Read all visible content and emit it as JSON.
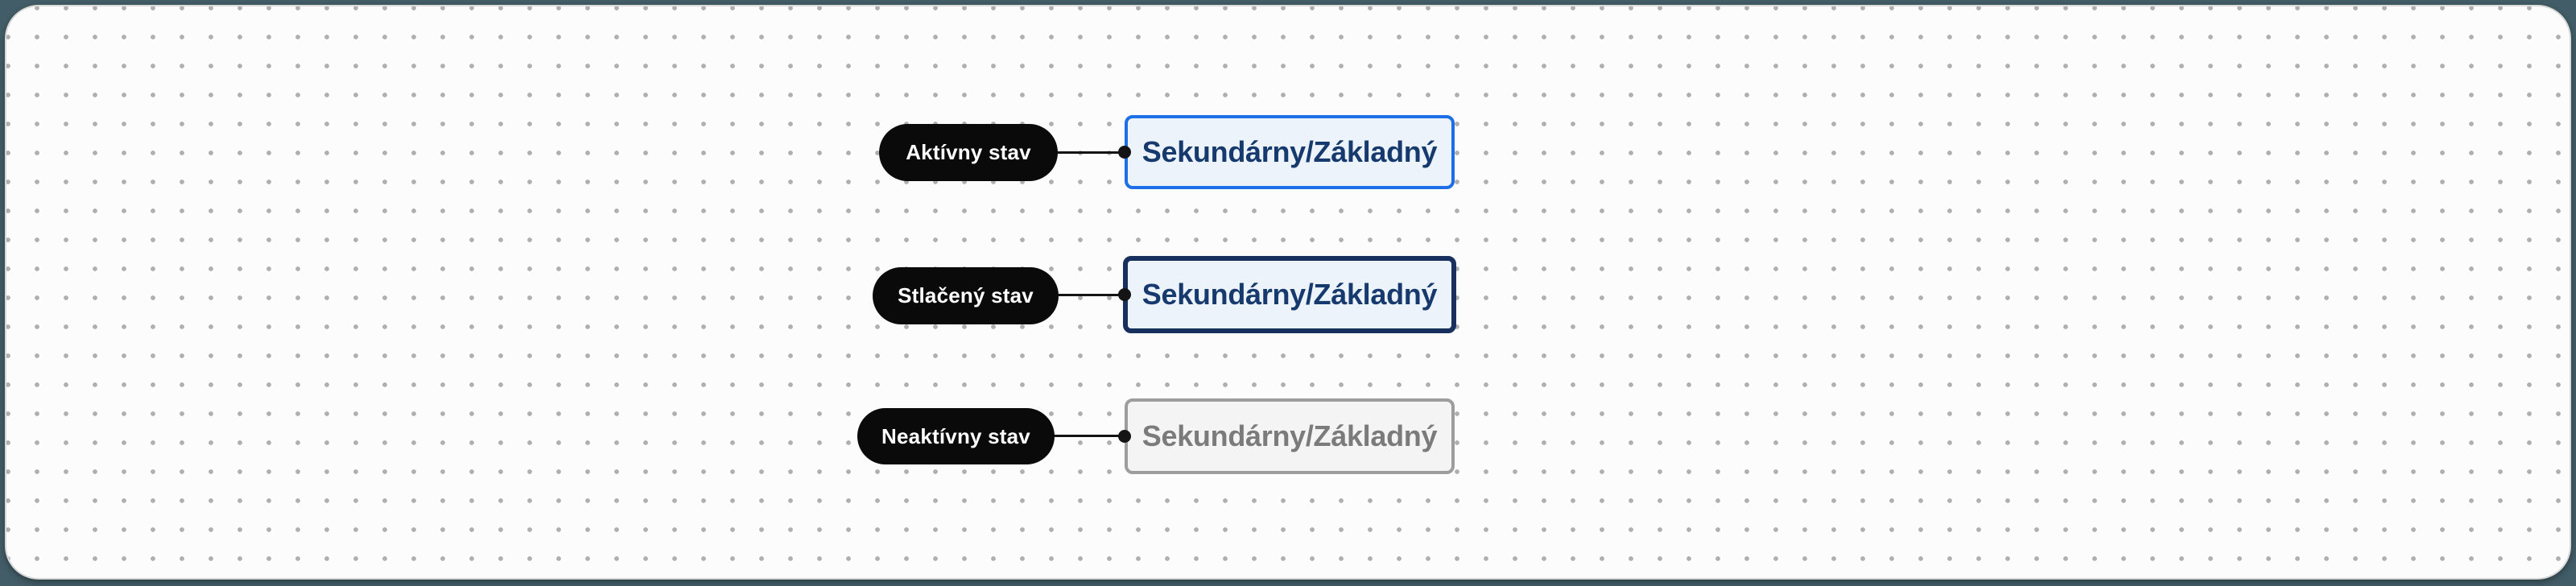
{
  "canvas": {
    "description_rows": 3
  },
  "rows": [
    {
      "state_label": "Aktívny stav",
      "button_label": "Sekundárny/Základný",
      "state": "active"
    },
    {
      "state_label": "Stlačený stav",
      "button_label": "Sekundárny/Základný",
      "state": "pressed"
    },
    {
      "state_label": "Neaktívny stav",
      "button_label": "Sekundárny/Základný",
      "state": "inactive"
    }
  ],
  "colors": {
    "backdrop": "#425D67",
    "canvas_bg": "#FCFCFC",
    "canvas_border": "#D9D9D9",
    "dot_color": "#AFAFB2",
    "pill_bg": "#0A0A0A",
    "pill_text": "#FFFFFF",
    "connector": "#141414",
    "active_border": "#1D6FE8",
    "active_bg": "#EDF3FB",
    "pressed_border": "#17305D",
    "pressed_bg": "#EDF3FB",
    "button_text": "#163A6E",
    "inactive_border": "#9D9D9D",
    "inactive_bg": "#F4F4F4",
    "inactive_text": "#7B7B7B"
  }
}
